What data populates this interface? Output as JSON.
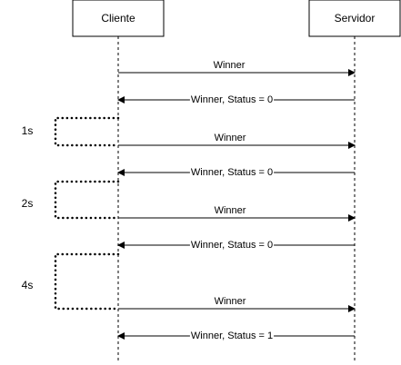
{
  "participants": {
    "client": "Cliente",
    "server": "Servidor"
  },
  "messages": [
    {
      "label": "Winner",
      "direction": "client-to-server"
    },
    {
      "label": "Winner, Status = 0",
      "direction": "server-to-client"
    },
    {
      "label": "Winner",
      "direction": "client-to-server"
    },
    {
      "label": "Winner, Status = 0",
      "direction": "server-to-client"
    },
    {
      "label": "Winner",
      "direction": "client-to-server"
    },
    {
      "label": "Winner, Status = 0",
      "direction": "server-to-client"
    },
    {
      "label": "Winner",
      "direction": "client-to-server"
    },
    {
      "label": "Winner, Status = 1",
      "direction": "server-to-client"
    }
  ],
  "delays": [
    {
      "label": "1s"
    },
    {
      "label": "2s"
    },
    {
      "label": "4s"
    }
  ],
  "colors": {
    "stroke": "#000000",
    "background": "#ffffff"
  }
}
